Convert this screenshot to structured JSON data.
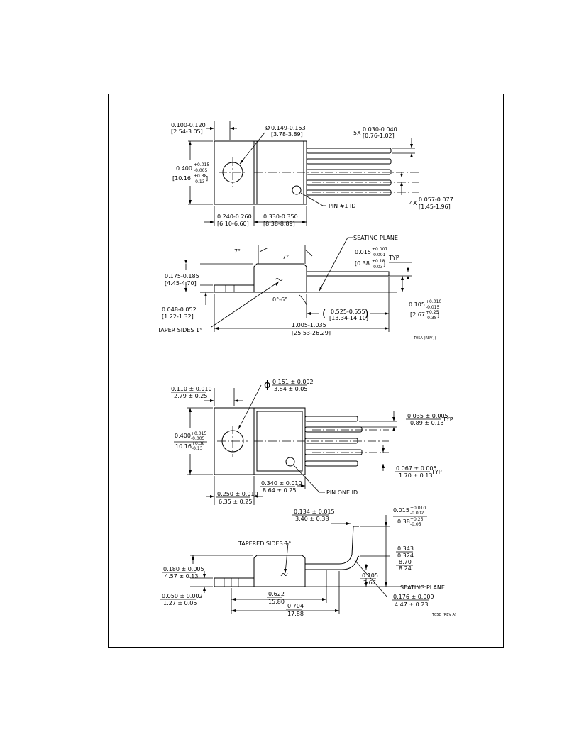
{
  "drawing_a": {
    "top": {
      "tab_width": {
        "in": "0.100-0.120",
        "mm": "[2.54-3.05]"
      },
      "hole_dia": {
        "sym": "Ø",
        "in": "0.149-0.153",
        "mm": "[3.78-3.89]"
      },
      "lead_width": {
        "mult": "5X",
        "in": "0.030-0.040",
        "mm": "[0.76-1.02]"
      },
      "height": {
        "in": "0.400",
        "in_tol_p": "+0.015",
        "in_tol_m": "-0.005",
        "mm": "[10.16",
        "mm_tol_p": "+0.38",
        "mm_tol_m": "-0.13",
        "mm_close": "]"
      },
      "body_left": {
        "in": "0.240-0.260",
        "mm": "[6.10-6.60]"
      },
      "body_right": {
        "in": "0.330-0.350",
        "mm": "[8.38-8.89]"
      },
      "lead_pitch": {
        "mult": "4X",
        "in": "0.057-0.077",
        "mm": "[1.45-1.96]"
      },
      "pin_id": "PIN #1 ID"
    },
    "side": {
      "seating_plane": "SEATING PLANE",
      "angle_left": "7°",
      "angle_right": "7°",
      "lead_thk": {
        "in": "0.015",
        "in_tol_p": "+0.007",
        "in_tol_m": "-0.001",
        "mm": "[0.38",
        "mm_tol_p": "+0.18",
        "mm_tol_m": "-0.03",
        "mm_close": "]",
        "note": "TYP"
      },
      "body_height": {
        "in": "0.175-0.185",
        "mm": "[4.45-4.70]"
      },
      "tab_thk": {
        "in": "0.048-0.052",
        "mm": "[1.22-1.32]"
      },
      "angle_bottom": "0°-6°",
      "lead_len": {
        "open": "(",
        "in": "0.525-0.555",
        "mm": "[13.34-14.10]",
        "close": ")"
      },
      "lead_offset": {
        "in": "0.105",
        "in_tol_p": "+0.010",
        "in_tol_m": "-0.015",
        "mm": "[2.67",
        "mm_tol_p": "+0.25",
        "mm_tol_m": "-0.38",
        "mm_close": "]"
      },
      "taper": "TAPER SIDES 1°",
      "overall": {
        "in": "1.005-1.035",
        "mm": "[25.53-26.29]"
      },
      "rev": "T05A (REV J)"
    }
  },
  "drawing_b": {
    "top": {
      "hole_dia": {
        "sym": "ϕ",
        "in": "0.151 ± 0.002",
        "mm": "3.84 ± 0.05"
      },
      "tab_width": {
        "in": "0.110 ± 0.010",
        "mm": "2.79 ± 0.25"
      },
      "lead_width": {
        "in": "0.035 ± 0.005",
        "mm": "0.89 ± 0.13",
        "note": "TYP"
      },
      "height": {
        "in": "0.400",
        "in_tol_p": "+0.015",
        "in_tol_m": "-0.005",
        "mm": "10.16",
        "mm_tol_p": "+0.38",
        "mm_tol_m": "-0.13"
      },
      "lead_pitch": {
        "in": "0.067 ± 0.005",
        "mm": "1.70 ± 0.13",
        "note": "TYP"
      },
      "body_right": {
        "in": "0.340 ± 0.010",
        "mm": "8.64 ± 0.25"
      },
      "pin_id": "PIN ONE ID",
      "body_left": {
        "in": "0.250 ± 0.010",
        "mm": "6.35 ± 0.25"
      }
    },
    "side": {
      "lead_width": {
        "in": "0.134 ± 0.015",
        "mm": "3.40 ± 0.38"
      },
      "lead_thk": {
        "in": "0.015",
        "in_tol_p": "+0.010",
        "in_tol_m": "-0.002",
        "mm": "0.38",
        "mm_tol_p": "+0.25",
        "mm_tol_m": "-0.05"
      },
      "taper": "TAPERED SIDES 1°",
      "bend_height": {
        "in_a": "0.343",
        "in_b": "0.324",
        "mm_a": "8.70",
        "mm_b": "8.24"
      },
      "body_height": {
        "in": "0.180 ± 0.005",
        "mm": "4.57 ± 0.13"
      },
      "lead_offset": {
        "in": "0.105",
        "mm": "2.67"
      },
      "seating_plane": "SEATING PLANE",
      "tab_thk": {
        "in": "0.050 ± 0.002",
        "mm": "1.27 ± 0.05"
      },
      "dim_622": {
        "in": "0.622",
        "mm": "15.80"
      },
      "seat_dim": {
        "in": "0.176 ± 0.009",
        "mm": "4.47 ± 0.23"
      },
      "dim_704": {
        "in": "0.704",
        "mm": "17.88"
      },
      "rev": "T05D (REV A)"
    }
  }
}
